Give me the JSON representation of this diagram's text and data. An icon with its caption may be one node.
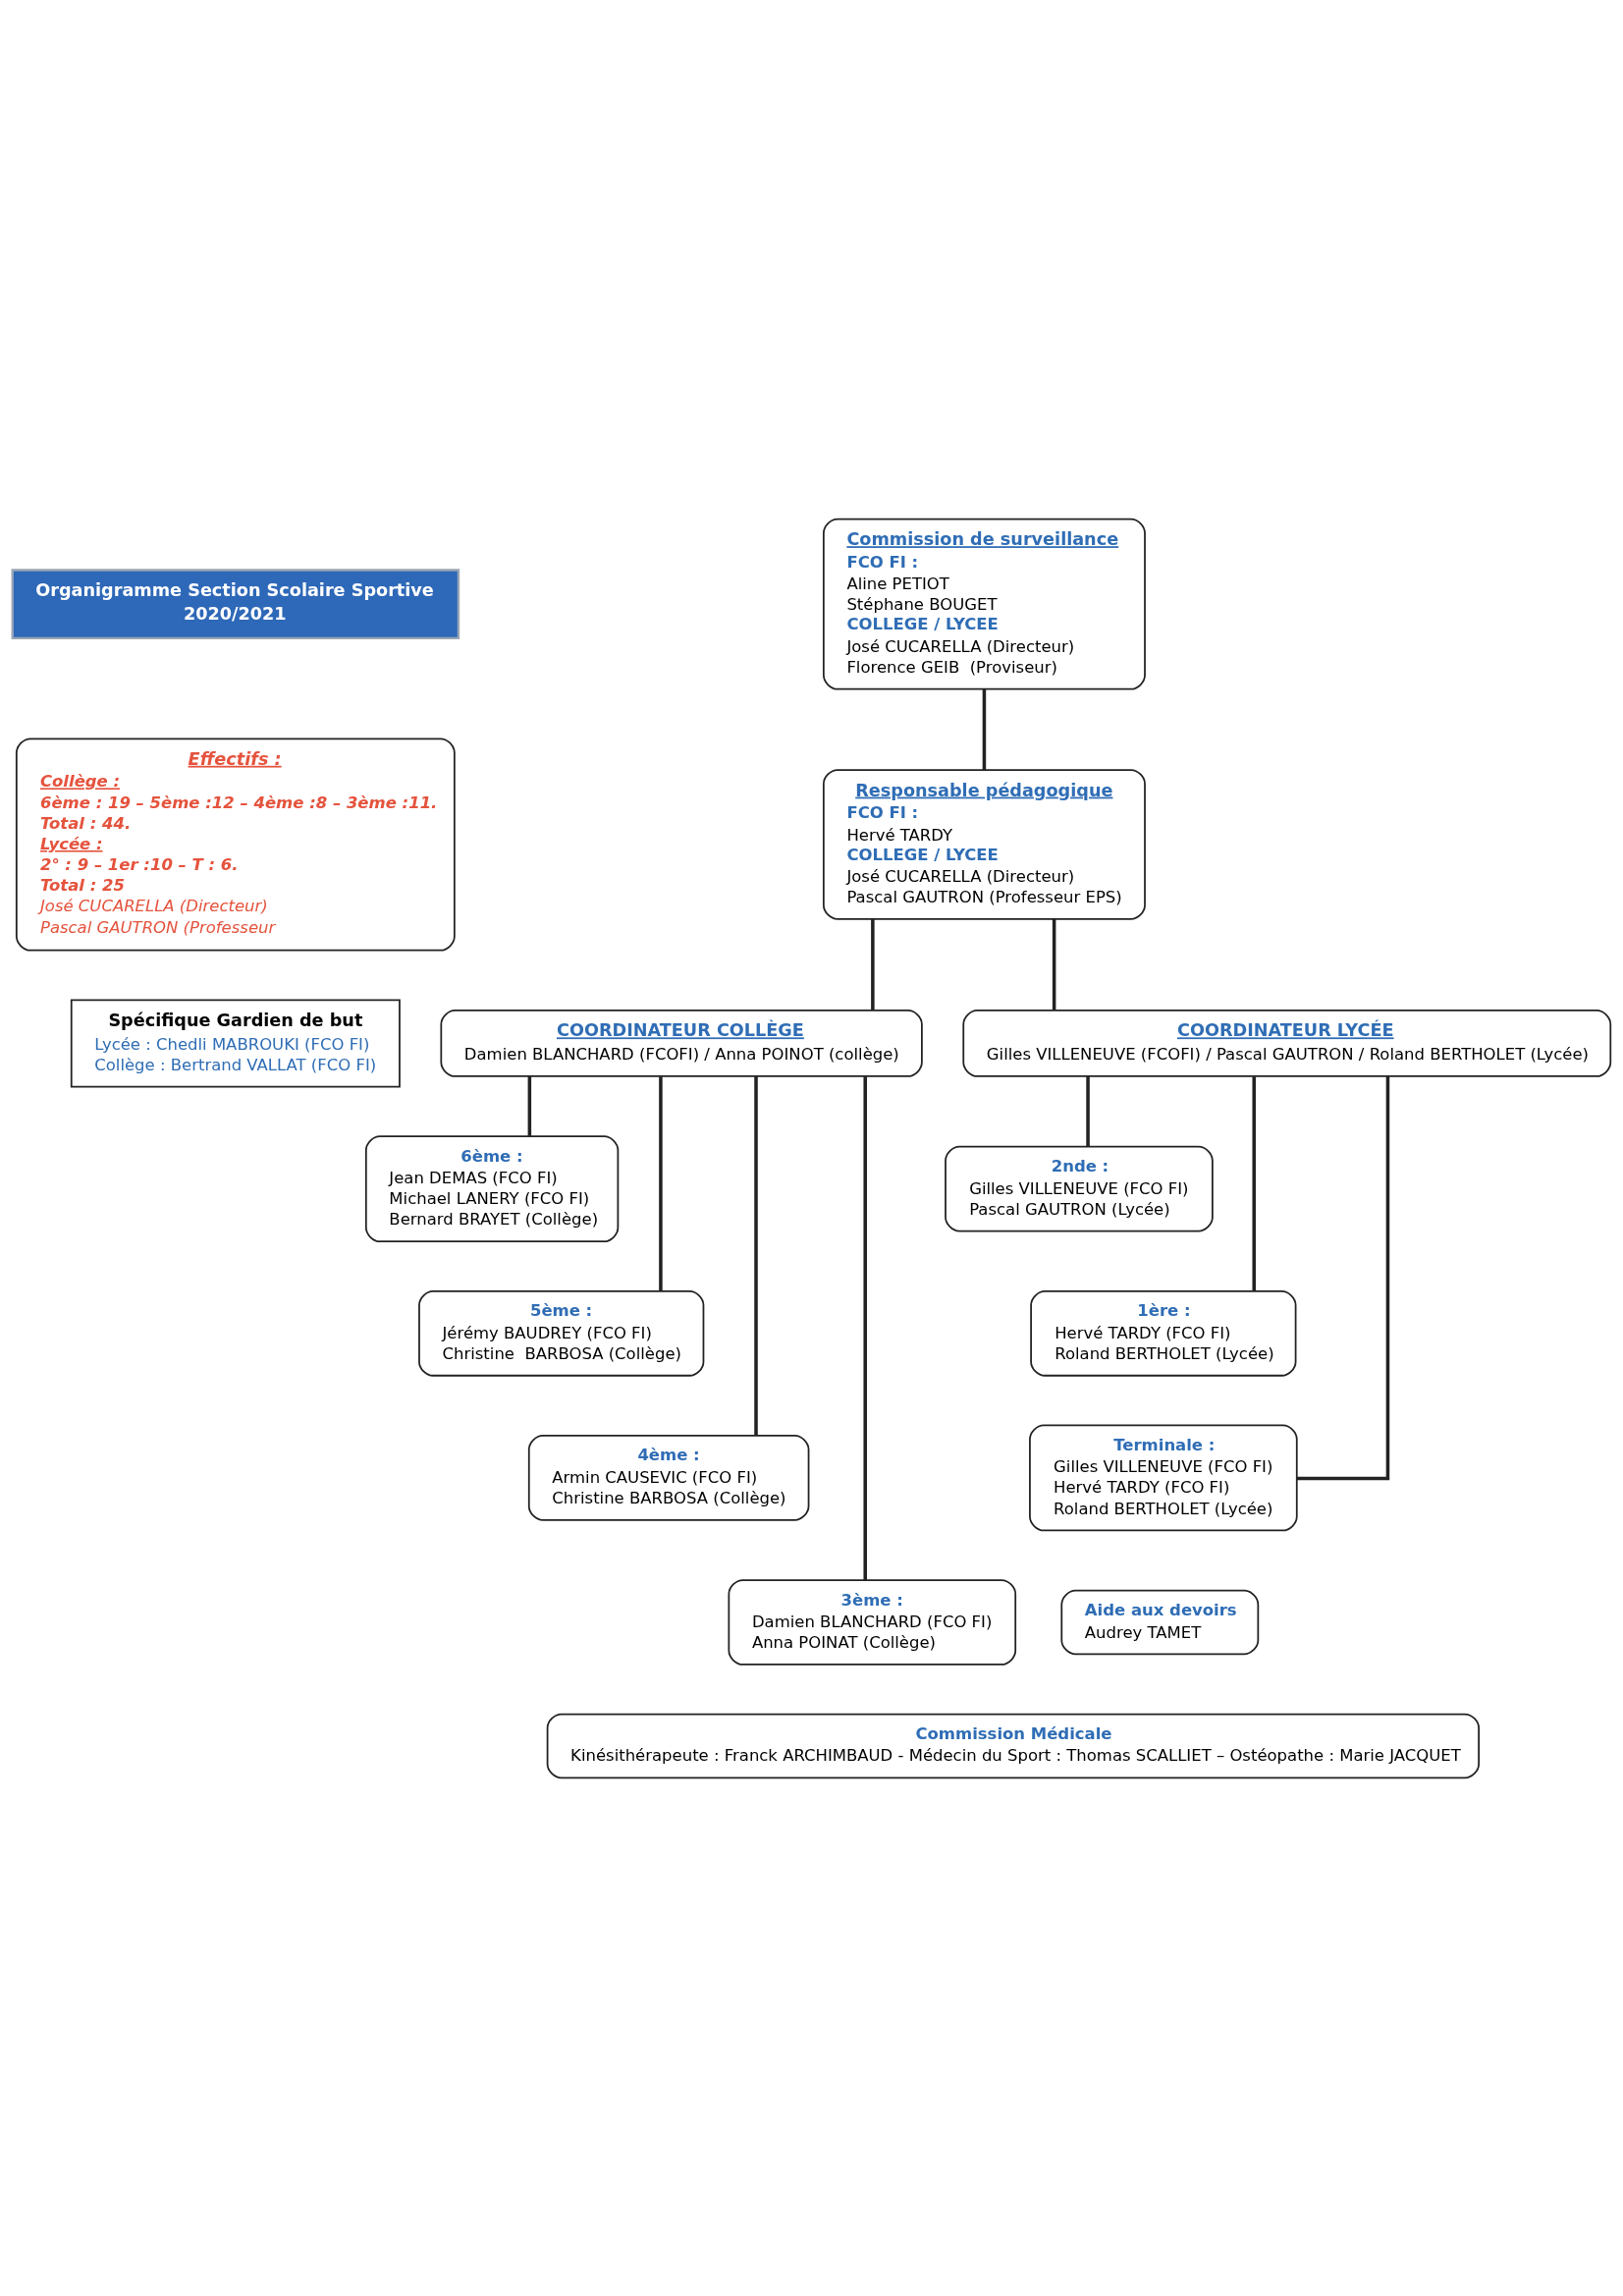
{
  "diagram": {
    "nodes": [
      {
        "text": [
          "Organigramme Section Scolaire Sportive",
          "2020/2021"
        ]
      },
      {
        "text": [
          "Commission de surveillance",
          "FCO FI :",
          "Aline PETIOT",
          "Stéphane BOUGET",
          "COLLEGE / LYCEE",
          "José CUCARELLA (Directeur)",
          "Florence GEIB  (Proviseur)"
        ]
      },
      {
        "text": [
          "Responsable pédagogique",
          "FCO FI :",
          "Hervé TARDY",
          "COLLEGE / LYCEE",
          "José CUCARELLA (Directeur)",
          "Pascal GAUTRON (Professeur EPS)"
        ]
      },
      {
        "text": [
          "Effectifs :",
          "Collège :",
          "6ème : 19 – 5ème :12 – 4ème :8 – 3ème :11.",
          "Total : 44.",
          "Lycée :",
          "2° : 9 – 1er :10 – T : 6.",
          "Total : 25",
          "José CUCARELLA (Directeur)",
          "Pascal GAUTRON (Professeur"
        ]
      },
      {
        "text": [
          "Spécifique Gardien de but",
          "Lycée : Chedli MABROUKI (FCO FI)",
          "Collège : Bertrand VALLAT (FCO FI)"
        ]
      },
      {
        "text": [
          "COORDINATEUR COLLÈGE",
          "Damien BLANCHARD (FCOFI) / Anna POINOT (collège)"
        ]
      },
      {
        "text": [
          "COORDINATEUR LYCÉE",
          "Gilles VILLENEUVE (FCOFI) / Pascal GAUTRON / Roland BERTHOLET (Lycée)"
        ]
      },
      {
        "text": [
          "6ème :",
          "Jean DEMAS (FCO FI)",
          "Michael LANERY (FCO FI)",
          "Bernard BRAYET (Collège)"
        ]
      },
      {
        "text": [
          "5ème :",
          "Jérémy BAUDREY (FCO FI)",
          "Christine  BARBOSA (Collège)"
        ]
      },
      {
        "text": [
          "4ème :",
          "Armin CAUSEVIC (FCO FI)",
          "Christine BARBOSA (Collège)"
        ]
      },
      {
        "text": [
          "3ème :",
          "Damien BLANCHARD (FCO FI)",
          "Anna POINAT (Collège)"
        ]
      },
      {
        "text": [
          "2nde :",
          "Gilles VILLENEUVE (FCO FI)",
          "Pascal GAUTRON (Lycée)"
        ]
      },
      {
        "text": [
          "1ère :",
          "Hervé TARDY (FCO FI)",
          "Roland BERTHOLET (Lycée)"
        ]
      },
      {
        "text": [
          "Terminale :",
          "Gilles VILLENEUVE (FCO FI)",
          "Hervé TARDY (FCO FI)",
          "Roland BERTHOLET (Lycée)"
        ]
      },
      {
        "text": [
          "Aide aux devoirs",
          "Audrey TAMET"
        ]
      },
      {
        "text": [
          "Commission Médicale",
          "Kinésithérapeute : Franck ARCHIMBAUD - Médecin du Sport : Thomas SCALLIET – Ostéopathe : Marie JACQUET"
        ]
      }
    ],
    "edges": [
      {
        "from": 1,
        "to": 2,
        "arrow": "none"
      },
      {
        "from": 2,
        "to": 5,
        "arrow": "none"
      },
      {
        "from": 2,
        "to": 6,
        "arrow": "none"
      },
      {
        "from": 5,
        "to": 7,
        "arrow": "none"
      },
      {
        "from": 5,
        "to": 8,
        "arrow": "none"
      },
      {
        "from": 5,
        "to": 9,
        "arrow": "none"
      },
      {
        "from": 5,
        "to": 10,
        "arrow": "none"
      },
      {
        "from": 6,
        "to": 11,
        "arrow": "none"
      },
      {
        "from": 6,
        "to": 12,
        "arrow": "none"
      },
      {
        "from": 6,
        "to": 13,
        "arrow": "none"
      }
    ]
  }
}
